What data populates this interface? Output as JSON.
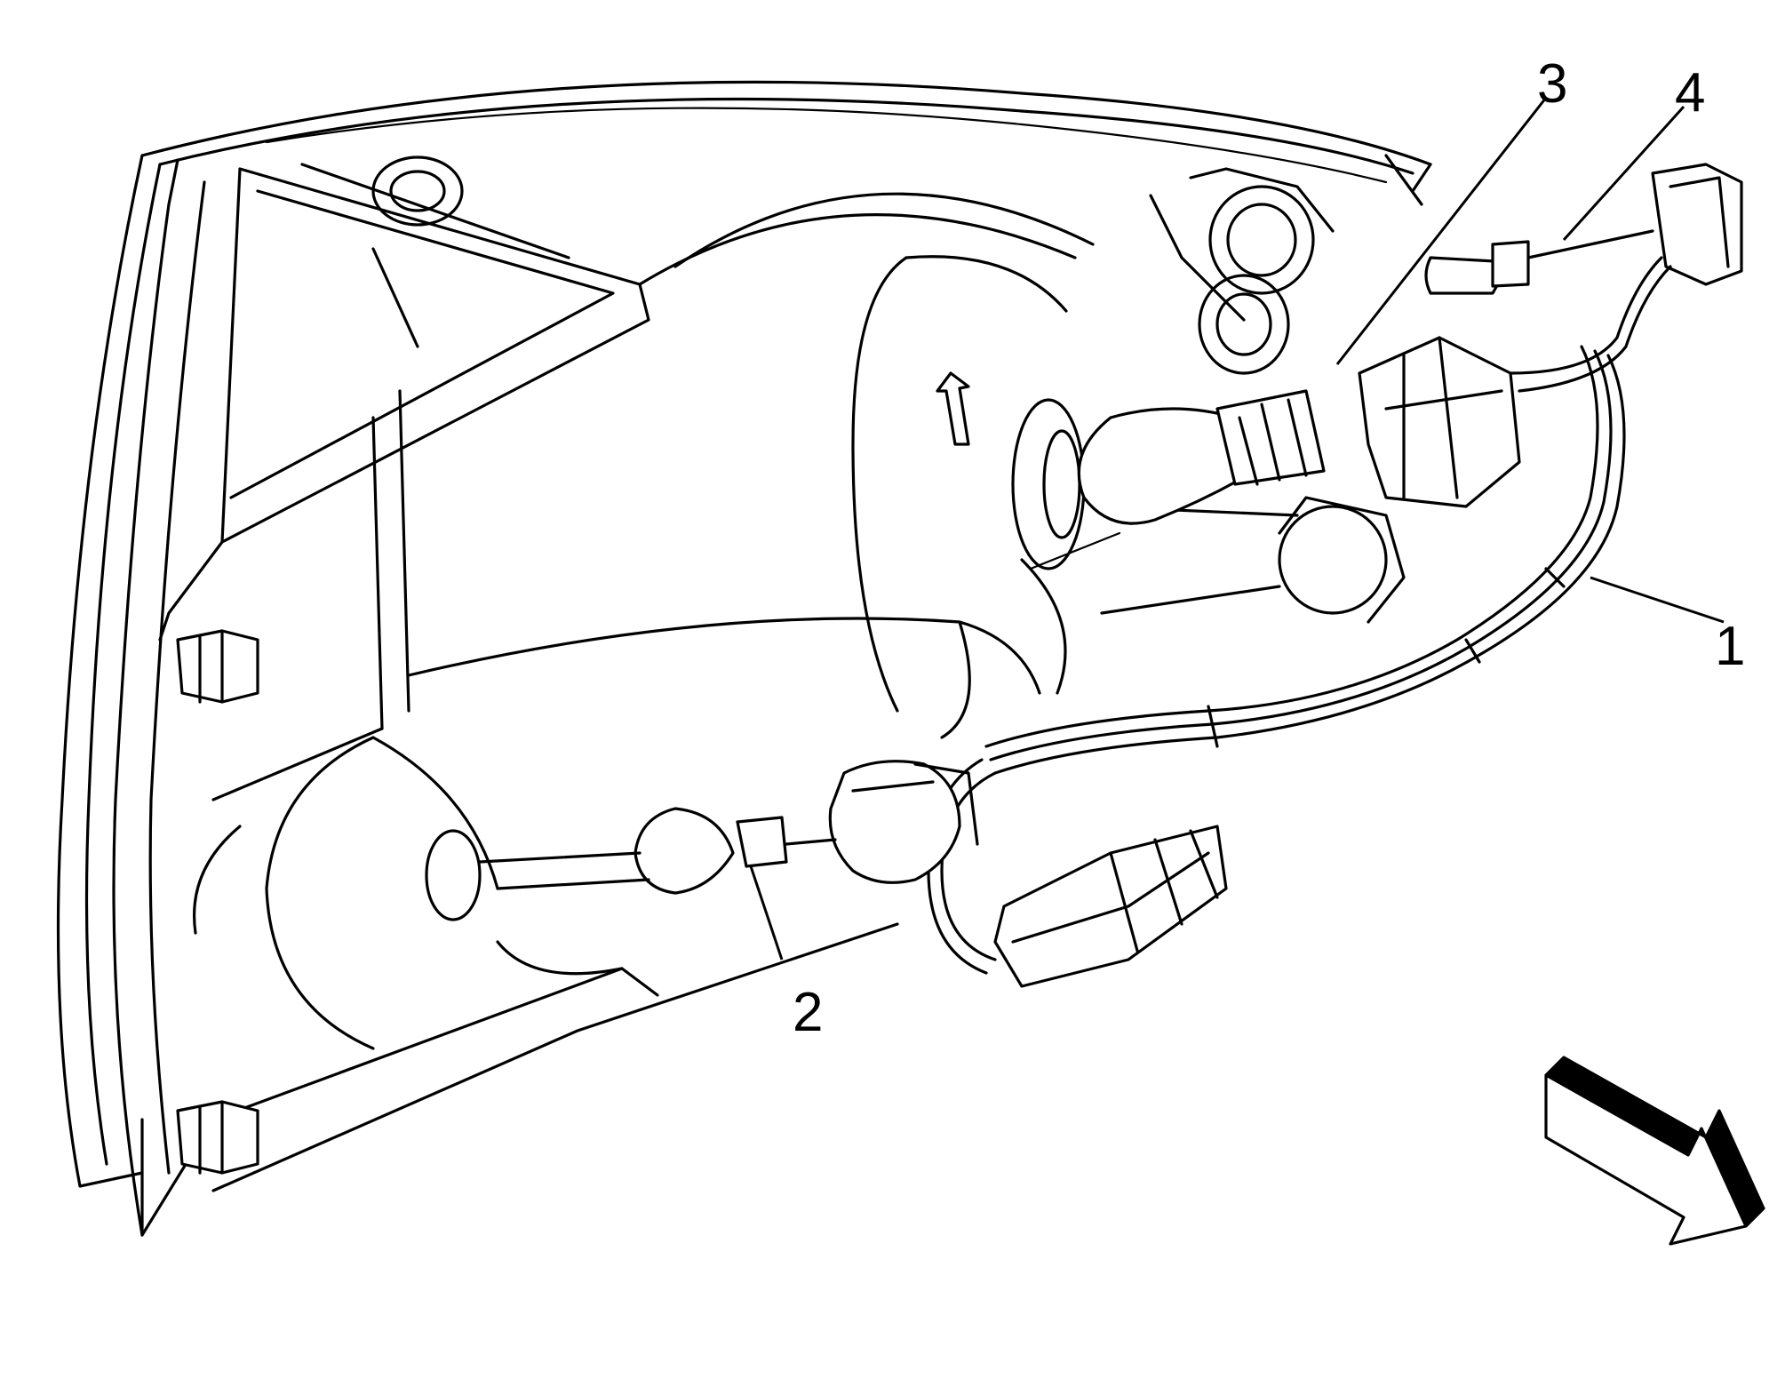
{
  "callouts": {
    "c1": "1",
    "c2": "2",
    "c3": "3",
    "c4": "4"
  },
  "icons": {
    "direction_arrow": "direction-arrow-icon",
    "up_arrow": "up-arrow-icon"
  },
  "colors": {
    "line": "#000000",
    "background": "#ffffff"
  }
}
